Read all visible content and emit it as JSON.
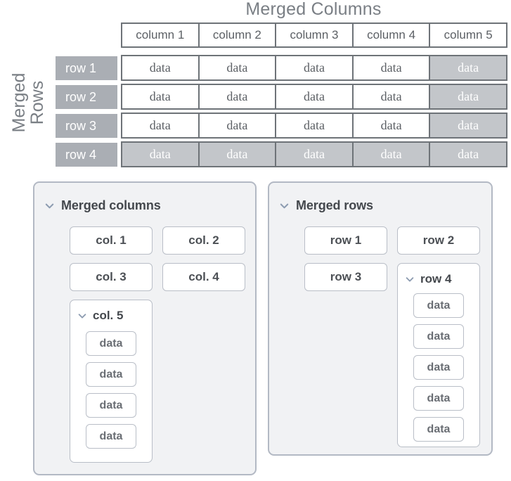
{
  "table": {
    "columns_title": "Merged Columns",
    "rows_title": "Merged\nRows",
    "column_headers": [
      "column 1",
      "column 2",
      "column 3",
      "column 4",
      "column 5"
    ],
    "row_labels": [
      "row 1",
      "row 2",
      "row 3",
      "row 4"
    ],
    "cell_text": "data",
    "rows": [
      {
        "label": "row 1",
        "cells": [
          {
            "text": "data",
            "shaded": false
          },
          {
            "text": "data",
            "shaded": false
          },
          {
            "text": "data",
            "shaded": false
          },
          {
            "text": "data",
            "shaded": false
          },
          {
            "text": "data",
            "shaded": true
          }
        ]
      },
      {
        "label": "row 2",
        "cells": [
          {
            "text": "data",
            "shaded": false
          },
          {
            "text": "data",
            "shaded": false
          },
          {
            "text": "data",
            "shaded": false
          },
          {
            "text": "data",
            "shaded": false
          },
          {
            "text": "data",
            "shaded": true
          }
        ]
      },
      {
        "label": "row 3",
        "cells": [
          {
            "text": "data",
            "shaded": false
          },
          {
            "text": "data",
            "shaded": false
          },
          {
            "text": "data",
            "shaded": false
          },
          {
            "text": "data",
            "shaded": false
          },
          {
            "text": "data",
            "shaded": true
          }
        ]
      },
      {
        "label": "row 4",
        "cells": [
          {
            "text": "data",
            "shaded": true
          },
          {
            "text": "data",
            "shaded": true
          },
          {
            "text": "data",
            "shaded": true
          },
          {
            "text": "data",
            "shaded": true
          },
          {
            "text": "data",
            "shaded": true
          }
        ]
      }
    ]
  },
  "panels": {
    "merged_columns": {
      "title": "Merged columns",
      "chevron_icon": "chevron-down-icon",
      "chips": [
        "col. 1",
        "col. 2",
        "col. 3",
        "col. 4"
      ],
      "group": {
        "title": "col. 5",
        "chevron_icon": "chevron-down-icon",
        "items": [
          "data",
          "data",
          "data",
          "data"
        ]
      }
    },
    "merged_rows": {
      "title": "Merged rows",
      "chevron_icon": "chevron-down-icon",
      "chips": [
        "row 1",
        "row 2",
        "row 3"
      ],
      "group": {
        "title": "row 4",
        "chevron_icon": "chevron-down-icon",
        "items": [
          "data",
          "data",
          "data",
          "data",
          "data"
        ]
      }
    }
  },
  "colors": {
    "title_text": "#7a7f85",
    "table_border": "#6e7378",
    "row_label_bg": "#aaaeb4",
    "cell_shaded_bg": "#c3c6ca",
    "panel_bg": "#f1f2f4",
    "panel_border": "#b3b9c4",
    "chip_border": "#b9bec7",
    "chevron": "#8d9cb1",
    "heading_text": "#44484d"
  }
}
